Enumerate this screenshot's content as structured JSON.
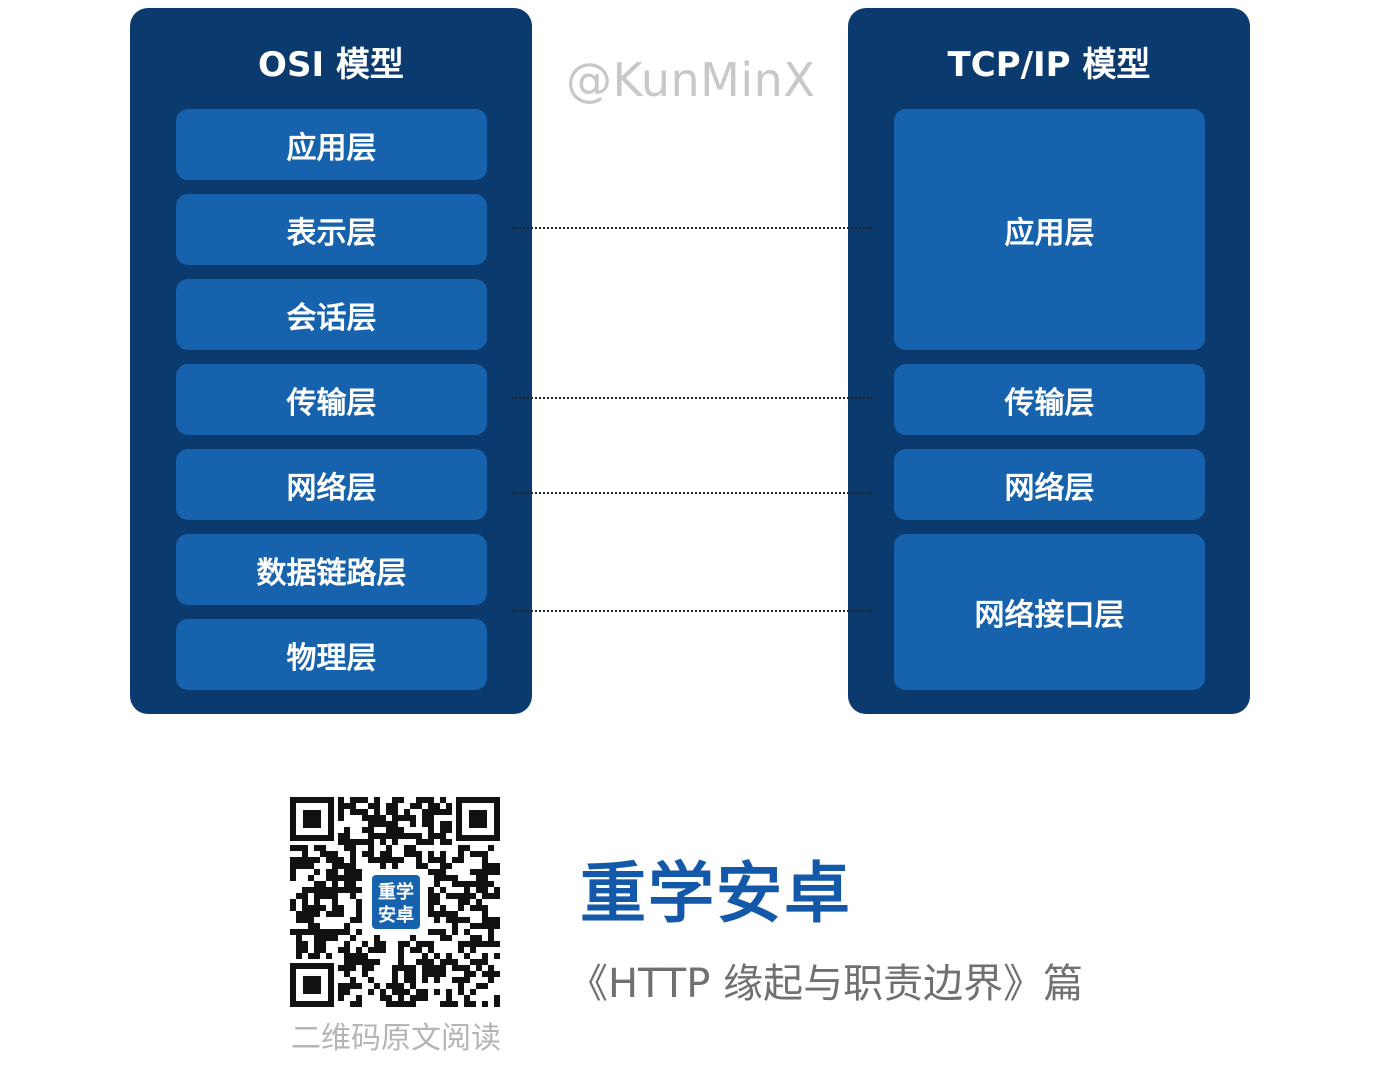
{
  "osi": {
    "title": "OSI 模型",
    "layers": [
      "应用层",
      "表示层",
      "会话层",
      "传输层",
      "网络层",
      "数据链路层",
      "物理层"
    ]
  },
  "tcpip": {
    "title": "TCP/IP 模型",
    "layers": [
      "应用层",
      "传输层",
      "网络层",
      "网络接口层"
    ]
  },
  "watermark": "@KunMinX",
  "qr": {
    "center_label_line1": "重学",
    "center_label_line2": "安卓",
    "caption": "二维码原文阅读"
  },
  "brand": {
    "name": "重学安卓",
    "subtitle": "《HTTP 缘起与职责边界》篇"
  },
  "colors": {
    "panel": "#0b3b6e",
    "layer": "#1762ad",
    "brand": "#1459a9",
    "watermark": "#c8c8c8"
  }
}
